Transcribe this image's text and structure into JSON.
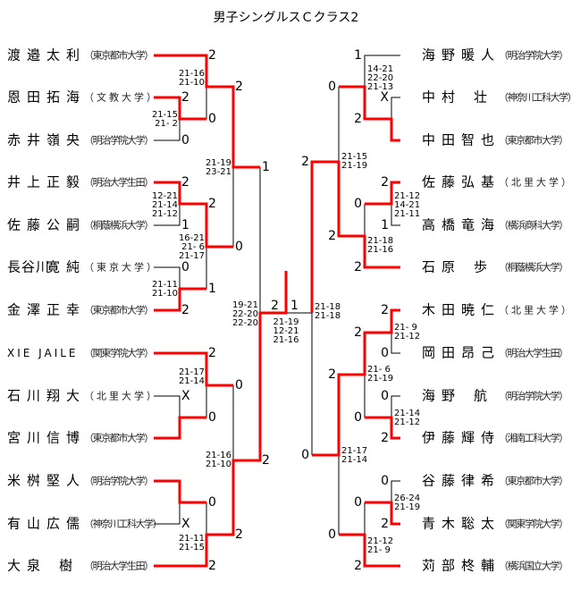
{
  "title": "男子シングルスＣクラス2",
  "left_players": [
    {
      "family": "渡邉",
      "given": "太利",
      "univ": "（東京都市大学）"
    },
    {
      "family": "恩田",
      "given": "拓海",
      "univ": "（文教大学）"
    },
    {
      "family": "赤井",
      "given": "嶺央",
      "univ": "（明治学院大学）"
    },
    {
      "family": "井上",
      "given": "正毅",
      "univ": "（明治大学生田）"
    },
    {
      "family": "佐藤",
      "given": "公嗣",
      "univ": "（桐蔭横浜大学）"
    },
    {
      "family": "長谷川",
      "given": "寛純",
      "univ": "（東京大学）"
    },
    {
      "family": "金澤",
      "given": "正幸",
      "univ": "（東京都市大学）"
    },
    {
      "family": "XIE JAILE",
      "given": "",
      "univ": "（関東学院大学）"
    },
    {
      "family": "石川",
      "given": "翔大",
      "univ": "（北里大学）"
    },
    {
      "family": "宮川",
      "given": "信博",
      "univ": "（東京都市大学）"
    },
    {
      "family": "米桝",
      "given": "堅人",
      "univ": "（明治学院大学）"
    },
    {
      "family": "有山",
      "given": "広儒",
      "univ": "（神奈川工科大学）"
    },
    {
      "family": "大泉",
      "given": "樹",
      "univ": "（明治大学生田）"
    }
  ],
  "right_players": [
    {
      "family": "海野",
      "given": "暖人",
      "univ": "（明治学院大学）"
    },
    {
      "family": "中村",
      "given": "壮",
      "univ": "（神奈川工科大学）"
    },
    {
      "family": "中田",
      "given": "智也",
      "univ": "（東京都市大学）"
    },
    {
      "family": "佐藤",
      "given": "弘基",
      "univ": "（北里大学）"
    },
    {
      "family": "高橋",
      "given": "竜海",
      "univ": "（横浜商科大学）"
    },
    {
      "family": "石原",
      "given": "歩",
      "univ": "（桐蔭横浜大学）"
    },
    {
      "family": "木田",
      "given": "暁仁",
      "univ": "（北里大学）"
    },
    {
      "family": "岡田",
      "given": "昂己",
      "univ": "（明治大学生田）"
    },
    {
      "family": "海野",
      "given": "航",
      "univ": "（明治学院大学）"
    },
    {
      "family": "伊藤",
      "given": "輝侍",
      "univ": "（湘南工科大学）"
    },
    {
      "family": "谷藤",
      "given": "律希",
      "univ": "（東京都市大学）"
    },
    {
      "family": "青木",
      "given": "聡太",
      "univ": "（関東学院大学）"
    },
    {
      "family": "苅部",
      "given": "柊輔",
      "univ": "（横浜国立大学）"
    }
  ],
  "left_round_scores": [
    "2",
    "2",
    "2",
    "0",
    "0",
    "1",
    "2",
    "2",
    "1",
    "0",
    "0",
    "1",
    "2",
    "2",
    "0",
    "X",
    "0",
    "2",
    "0",
    "X",
    "2",
    "2"
  ],
  "right_round_scores": [
    "1",
    "0",
    "X",
    "2",
    "2",
    "2",
    "0",
    "1",
    "2",
    "2",
    "2",
    "2",
    "0",
    "2",
    "0",
    "0",
    "2",
    "0",
    "0",
    "0",
    "2",
    "0",
    "2"
  ],
  "final_scores": {
    "left": "2",
    "right": "1"
  },
  "left_game_scores": [
    "21-16\n21-10",
    "21-15\n21- 2",
    "12-21\n21-14\n21-12",
    "16-21\n21- 6\n21-17",
    "21-11\n21-10",
    "21-19\n23-21",
    "19-21\n22-20\n22-20",
    "21-17\n21-14",
    "21-16\n21-10",
    "21-11\n21-15"
  ],
  "right_game_scores": [
    "14-21\n22-20\n21-13",
    "21-15\n21-19",
    "21-12\n14-21\n21-11",
    "21-18\n21-16",
    "21-18\n21-18",
    "21- 9\n21-12",
    "21- 6\n21-19",
    "21-14\n21-12",
    "21-17\n21-14",
    "26-24\n21-19",
    "21-12\n21- 9"
  ],
  "final_game_scores": "21-19\n12-21\n21-16",
  "colors": {
    "winner_line": "#ff0000",
    "line": "#000000"
  }
}
